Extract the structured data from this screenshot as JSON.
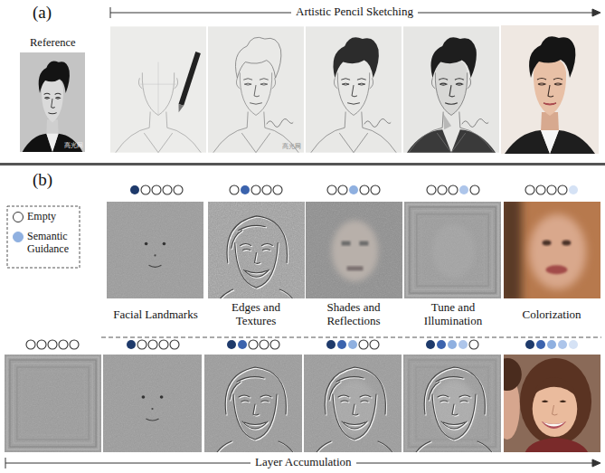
{
  "diagram": {
    "labels": [
      "(a)",
      "Artistic Pencil Sketching",
      "Reference",
      "高光网",
      "高光网",
      "(b)",
      "Facial Landmarks",
      "Edges and Textures",
      "Shades and Reflections",
      "Tune and Illumination",
      "Colorization",
      "Layer Accumulation"
    ],
    "legend": [
      {
        "text": "Empty"
      },
      {
        "text": "Semantic Guidance",
        "color": "#8fb0e0"
      }
    ]
  }
}
